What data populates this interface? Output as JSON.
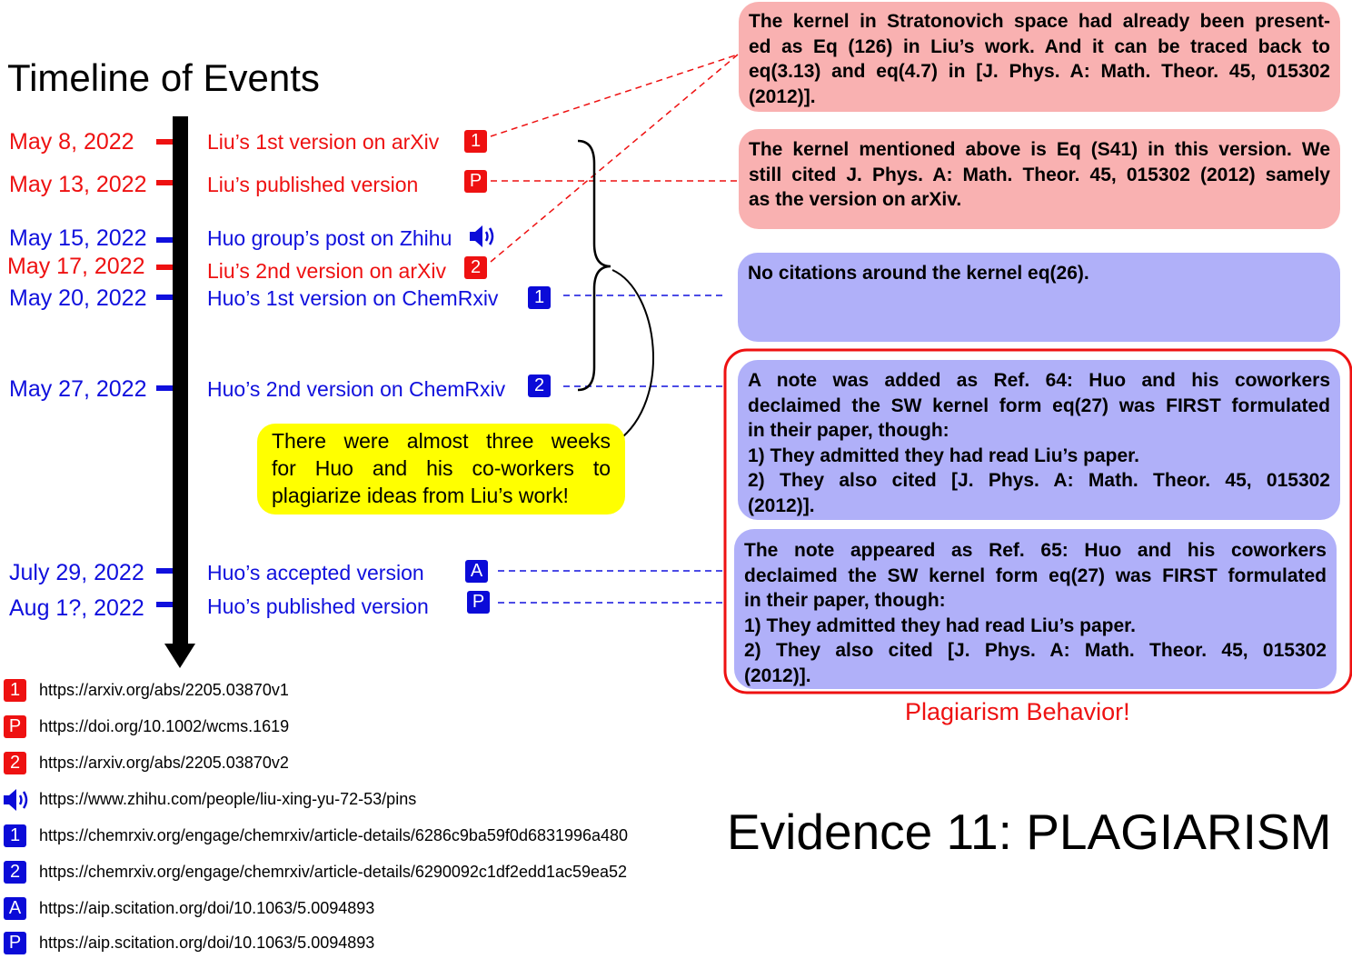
{
  "title": "Timeline of Events",
  "events": [
    {
      "date": "May  8, 2022",
      "label": "Liu’s 1st version on arXiv",
      "badge": "1",
      "color": "red"
    },
    {
      "date": "May 13, 2022",
      "label": "Liu’s published version",
      "badge": "P",
      "color": "red"
    },
    {
      "date": "May 15, 2022",
      "label": "Huo group’s post on Zhihu",
      "badge": "speaker-icon",
      "color": "blue"
    },
    {
      "date": "May 17, 2022",
      "label": "Liu’s 2nd version on arXiv",
      "badge": "2",
      "color": "red"
    },
    {
      "date": "May 20, 2022",
      "label": "Huo’s 1st version on ChemRxiv",
      "badge": "1",
      "color": "blue"
    },
    {
      "date": "May 27, 2022",
      "label": "Huo’s 2nd version on ChemRxiv",
      "badge": "2",
      "color": "blue"
    },
    {
      "date": "July 29, 2022",
      "label": "Huo’s accepted version",
      "badge": "A",
      "color": "blue"
    },
    {
      "date": "Aug 1?, 2022",
      "label": "Huo’s published version",
      "badge": "P",
      "color": "blue"
    }
  ],
  "yellow_note": [
    "There were almost three weeks",
    "for Huo and his co-workers to",
    "plagiarize ideas from Liu’s work!"
  ],
  "boxes": [
    {
      "lines": [
        "The kernel in Stratonovich space had already been present-",
        "ed as Eq (126) in Liu’s work. And it can be traced back to",
        "eq(3.13) and eq(4.7) in [J. Phys. A: Math. Theor. 45, 015302",
        "(2012)]."
      ]
    },
    {
      "lines": [
        "The kernel mentioned above is Eq (S41) in this version. We",
        "still cited J. Phys. A: Math. Theor. 45, 015302 (2012) samely",
        "as the version on arXiv."
      ]
    },
    {
      "lines": [
        "No citations around the kernel eq(26)."
      ]
    },
    {
      "lines": [
        "A note was added as Ref. 64: Huo and his coworkers",
        "declaimed the SW kernel form eq(27) was FIRST formulated",
        "in their paper, though:",
        "1) They admitted they had read Liu’s paper.",
        "2) They also cited [J. Phys. A: Math. Theor. 45, 015302",
        "(2012)]."
      ]
    },
    {
      "lines": [
        "The note appeared as Ref. 65: Huo and his coworkers",
        "declaimed the SW kernel form eq(27) was FIRST formulated",
        "in their paper, though:",
        "1) They admitted they had read Liu’s paper.",
        "2) They also cited [J. Phys. A: Math. Theor. 45, 015302",
        "(2012)]."
      ]
    }
  ],
  "plagiarism_label": "Plagiarism Behavior!",
  "references": [
    {
      "badge": "1",
      "color": "red",
      "url": "https://arxiv.org/abs/2205.03870v1"
    },
    {
      "badge": "P",
      "color": "red",
      "url": "https://doi.org/10.1002/wcms.1619"
    },
    {
      "badge": "2",
      "color": "red",
      "url": "https://arxiv.org/abs/2205.03870v2"
    },
    {
      "badge": "speaker-icon",
      "color": "blue",
      "url": "https://www.zhihu.com/people/liu-xing-yu-72-53/pins"
    },
    {
      "badge": "1",
      "color": "blue",
      "url": "https://chemrxiv.org/engage/chemrxiv/article-details/6286c9ba59f0d6831996a480"
    },
    {
      "badge": "2",
      "color": "blue",
      "url": "https://chemrxiv.org/engage/chemrxiv/article-details/6290092c1df2edd1ac59ea52"
    },
    {
      "badge": "A",
      "color": "blue",
      "url": "https://aip.scitation.org/doi/10.1063/5.0094893"
    },
    {
      "badge": "P",
      "color": "blue",
      "url": "https://aip.scitation.org/doi/10.1063/5.0094893"
    }
  ],
  "evidence_title": "Evidence 11: PLAGIARISM",
  "colors": {
    "red": "#ee1111",
    "blue": "#1010dd",
    "pink": "#f9b1b1",
    "purple": "#b0b0f9",
    "yellow": "#ffff00"
  }
}
